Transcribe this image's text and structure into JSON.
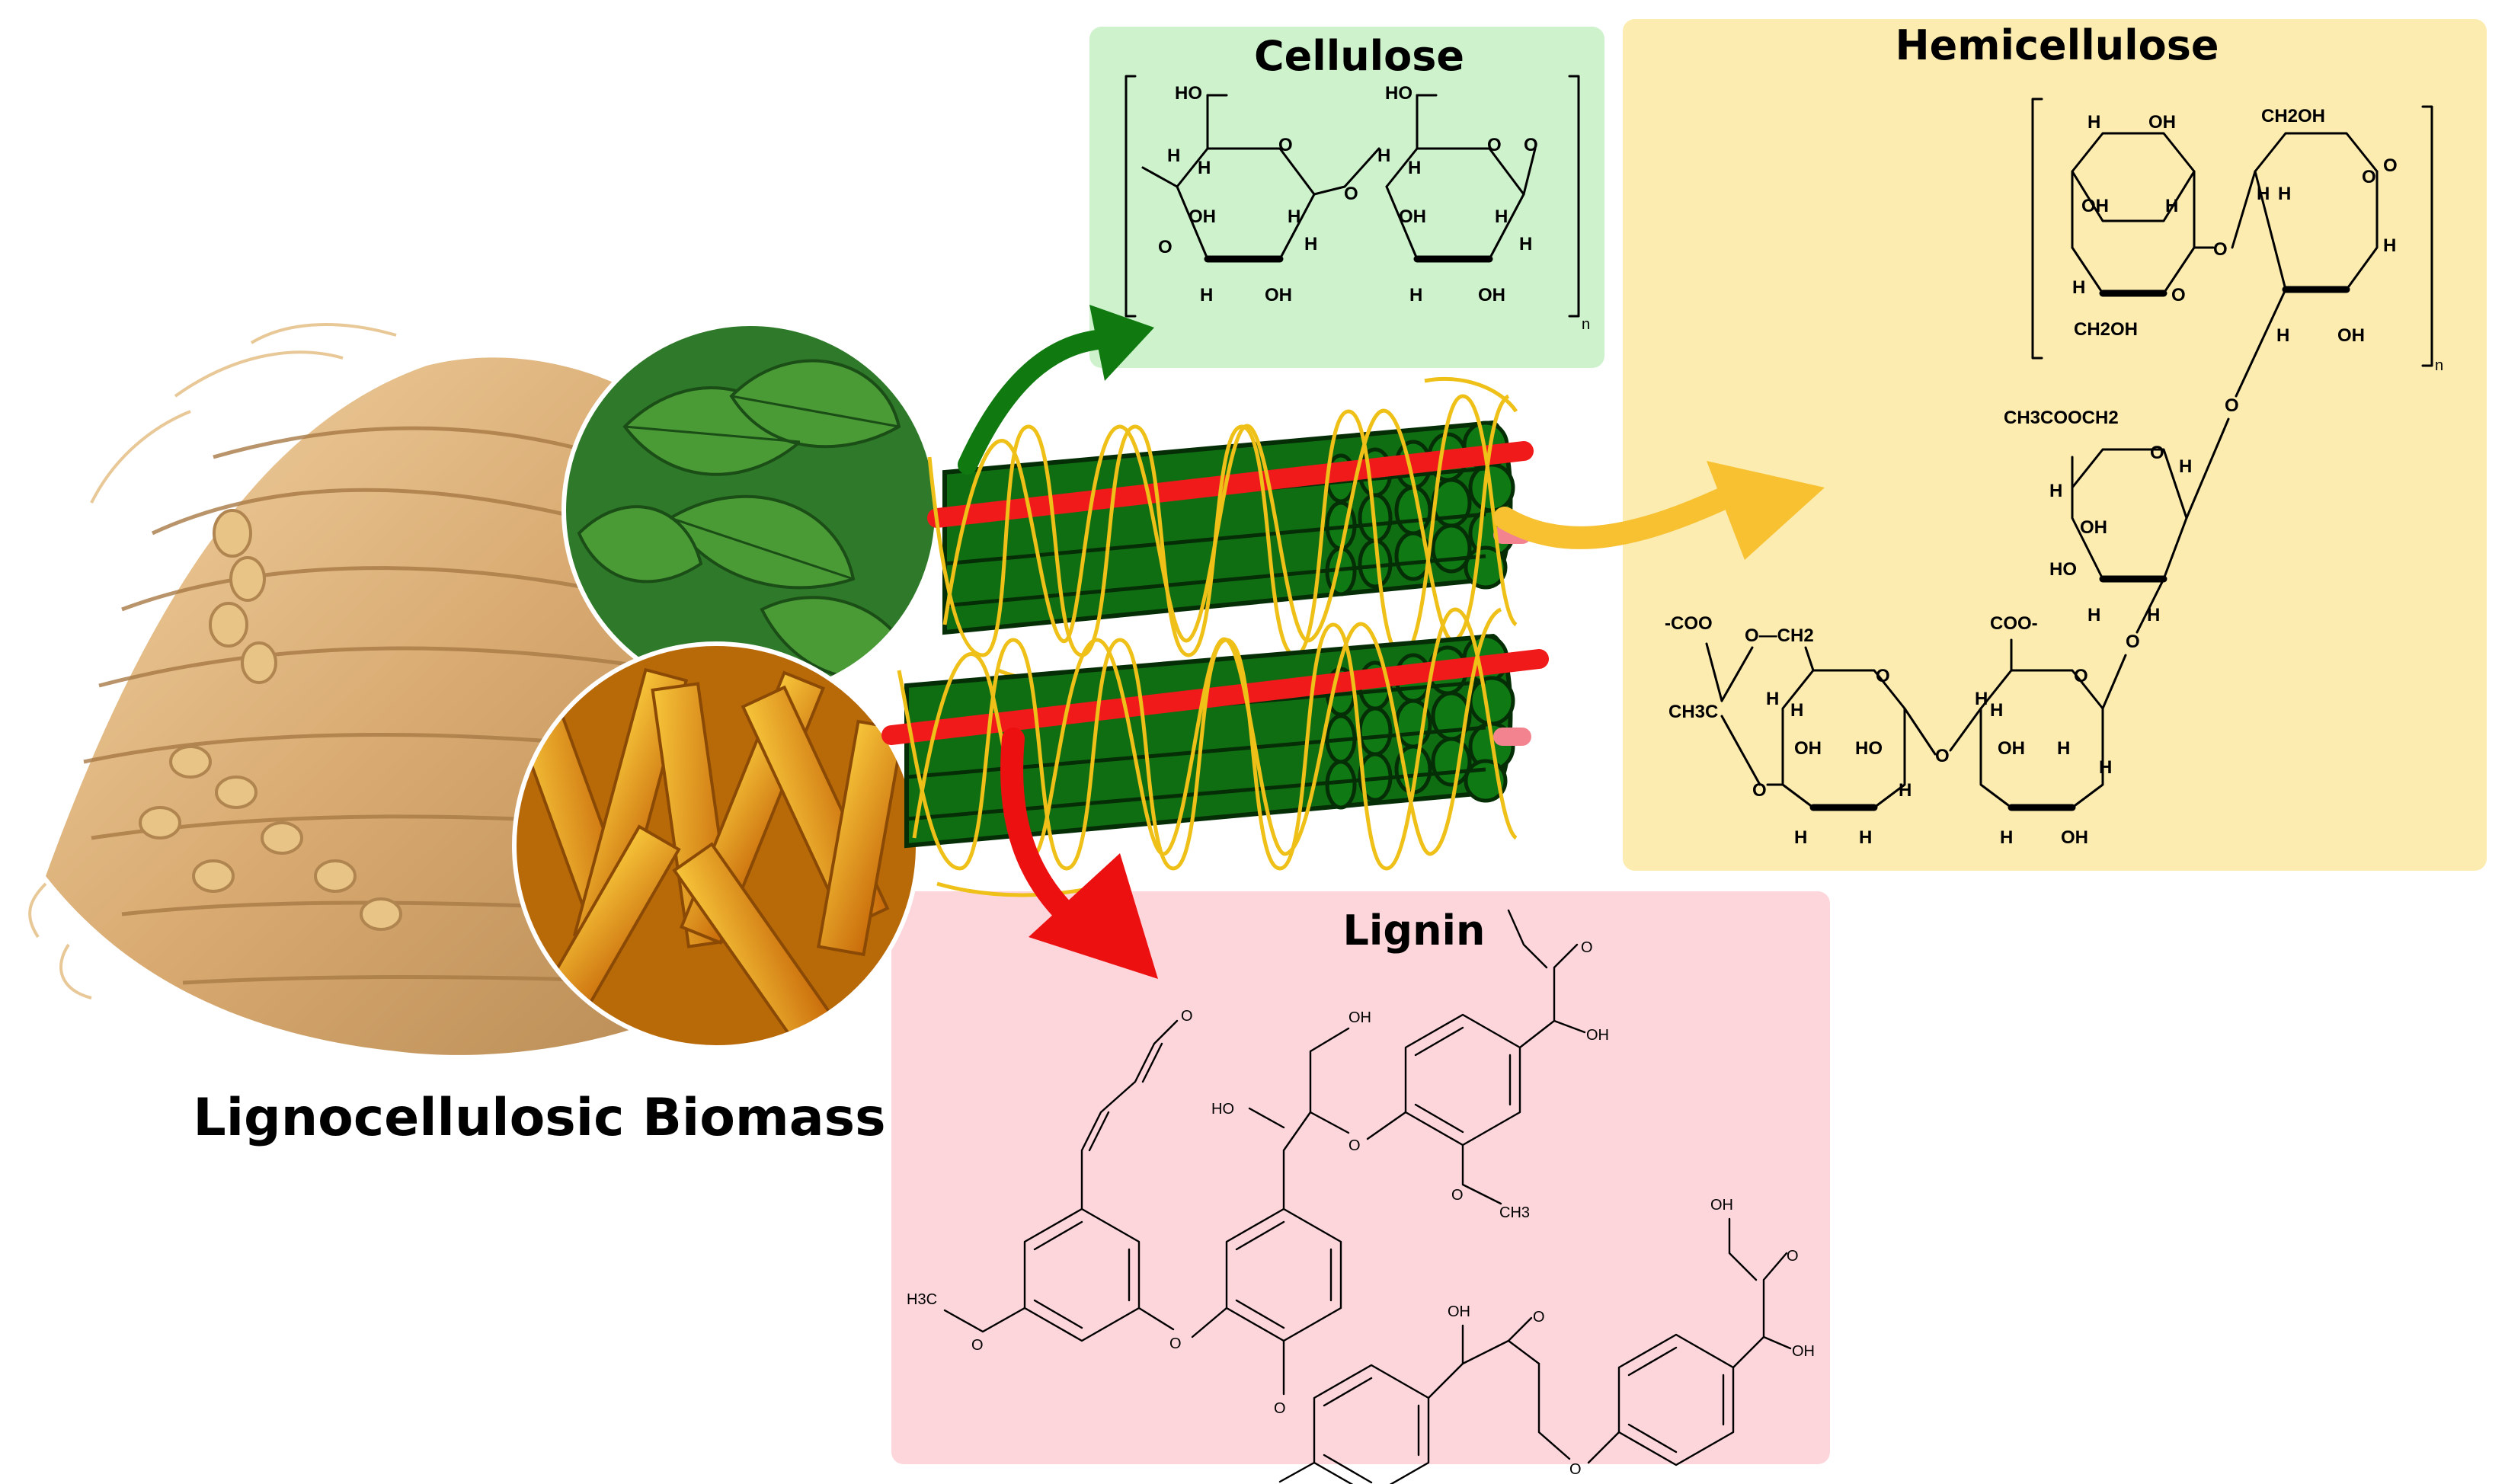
{
  "biomass_label": "Lignocellulosic Biomass",
  "colors": {
    "cellulose_bg": "#cdf2cc",
    "hemicellulose_bg": "#fcecb0",
    "lignin_bg": "#fdd6dc",
    "fiber_green": "#0f6e12",
    "red_strand": "#f01a1a",
    "yellow_strand": "#f2c01a",
    "arrow_green": "#107a10",
    "arrow_yellow": "#f8c132",
    "arrow_red": "#ec1010"
  },
  "cellulose": {
    "title": "Cellulose",
    "subscript": "n",
    "atoms": {
      "ho_top_1": "HO",
      "ho_top_2": "HO",
      "ring_o_1": "O",
      "ring_o_2": "O",
      "bridge_o": "O",
      "end_o": "O",
      "left_o": "O",
      "h1": "H",
      "h2": "H",
      "h3": "H",
      "h4": "H",
      "h5": "H",
      "h6": "H",
      "h7": "H",
      "h8": "H",
      "h9": "H",
      "h10": "H",
      "oh1": "OH",
      "oh2": "OH",
      "oh3": "OH",
      "oh4": "OH"
    }
  },
  "hemicellulose": {
    "title": "Hemicellulose",
    "subscript": "n",
    "atoms": {
      "ch2oh_top": "CH2OH",
      "ch2oh_bottom": "CH2OH",
      "ch3cooch2": "CH3COOCH2",
      "coo_left": "-COO",
      "coo_right": "COO-",
      "ch3c": "CH3C",
      "o_ch2": "O—CH2",
      "o": "O",
      "h": "H",
      "oh": "OH",
      "ho": "HO"
    }
  },
  "lignin": {
    "title": "Lignin",
    "atoms": {
      "oh": "OH",
      "ho": "HO",
      "o": "O",
      "h3c": "H3C",
      "ch3": "CH3"
    }
  },
  "icons": [
    "arrow-green-icon",
    "arrow-yellow-icon",
    "arrow-red-icon",
    "fiber-bundle-icon",
    "leaf-photo-icon",
    "straw-photo-icon",
    "biomass-bundle-icon"
  ]
}
